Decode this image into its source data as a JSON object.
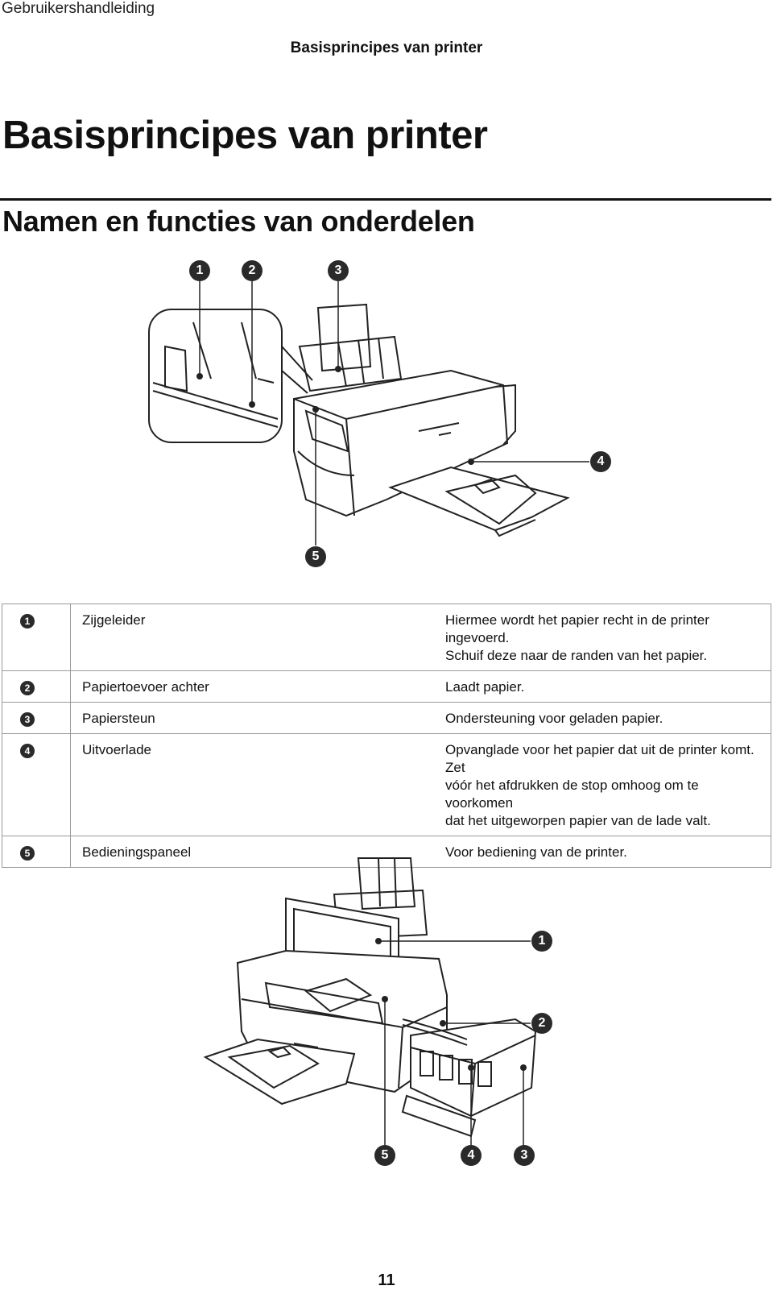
{
  "running_head": "Gebruikershandleiding",
  "section_head": "Basisprincipes van printer",
  "title": "Basisprincipes van printer",
  "subtitle": "Namen en functies van onderdelen",
  "figure1": {
    "callouts": [
      "1",
      "2",
      "3",
      "4",
      "5"
    ]
  },
  "parts_table": [
    {
      "num": "1",
      "name": "Zijgeleider",
      "desc": [
        "Hiermee wordt het papier recht in de printer ingevoerd.",
        "Schuif deze naar de randen van het papier."
      ]
    },
    {
      "num": "2",
      "name": "Papiertoevoer achter",
      "desc": [
        "Laadt papier."
      ]
    },
    {
      "num": "3",
      "name": "Papiersteun",
      "desc": [
        "Ondersteuning voor geladen papier."
      ]
    },
    {
      "num": "4",
      "name": "Uitvoerlade",
      "desc": [
        "Opvanglade voor het papier dat uit de printer komt. Zet",
        "vóór het afdrukken de stop omhoog om te voorkomen",
        "dat het uitgeworpen papier van de lade valt."
      ]
    },
    {
      "num": "5",
      "name": "Bedieningspaneel",
      "desc": [
        "Voor bediening van de printer."
      ]
    }
  ],
  "figure2": {
    "callouts": [
      "1",
      "2",
      "5",
      "4",
      "3"
    ]
  },
  "page_number": "11"
}
